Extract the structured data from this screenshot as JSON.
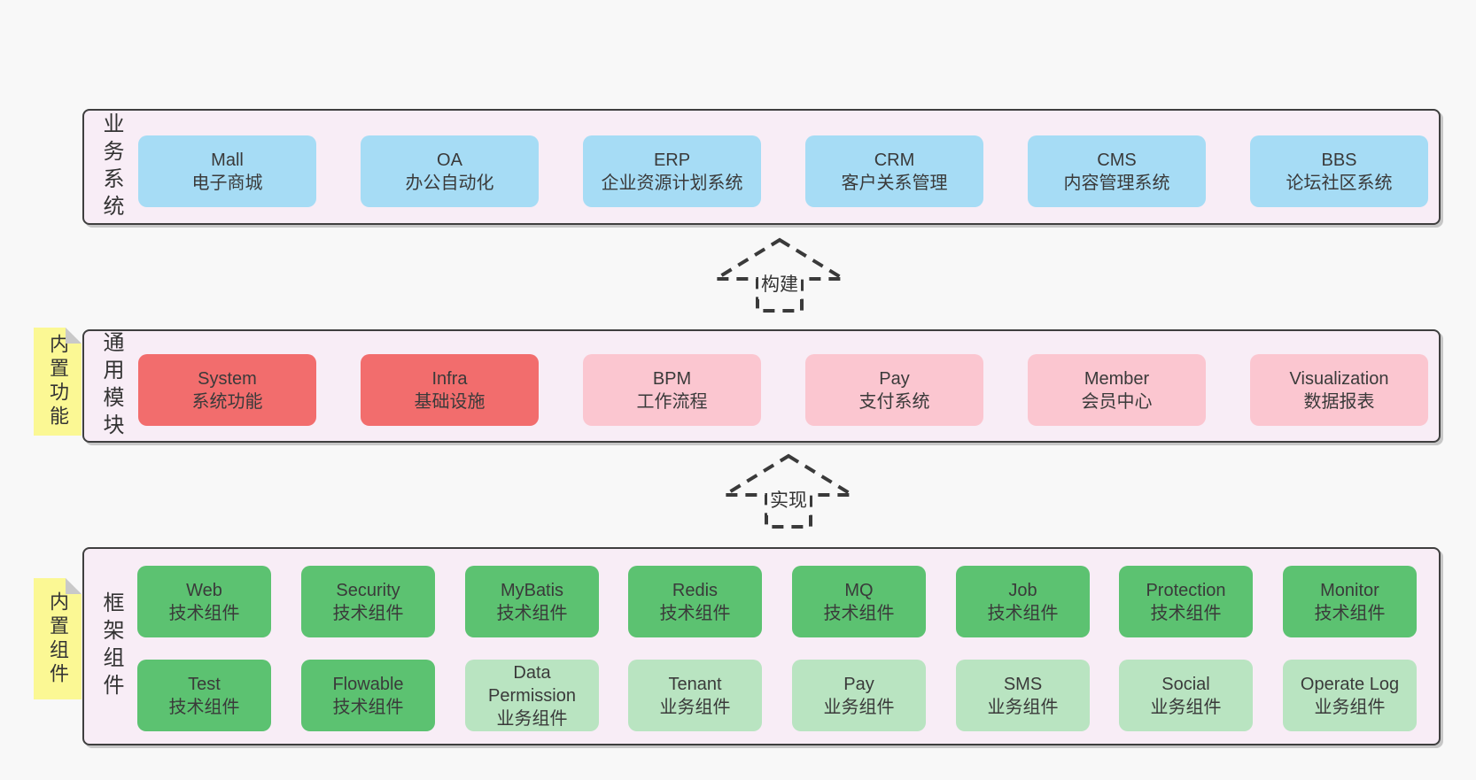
{
  "diagram": {
    "background": "#f8f8f8",
    "panel_fill": "#f8edf6",
    "panel_border": "#3f3f3f",
    "colors": {
      "blue": "#a6dcf5",
      "red": "#f26d6d",
      "pink": "#fbc6d0",
      "green": "#5cc271",
      "light_green": "#b9e4c1",
      "tag_yellow": "#fbf894",
      "tag_fold_gray": "#c9c9c9",
      "text": "#3a3a3a"
    }
  },
  "arrows": [
    {
      "label": "构建"
    },
    {
      "label": "实现"
    }
  ],
  "layers": [
    {
      "label": "业务系统",
      "boxes": [
        {
          "name": "Mall",
          "desc": "电子商城"
        },
        {
          "name": "OA",
          "desc": "办公自动化"
        },
        {
          "name": "ERP",
          "desc": "企业资源计划系统"
        },
        {
          "name": "CRM",
          "desc": "客户关系管理"
        },
        {
          "name": "CMS",
          "desc": "内容管理系统"
        },
        {
          "name": "BBS",
          "desc": "论坛社区系统"
        }
      ]
    },
    {
      "label": "通用模块",
      "tag": "内置功能",
      "boxes": [
        {
          "name": "System",
          "desc": "系统功能"
        },
        {
          "name": "Infra",
          "desc": "基础设施"
        },
        {
          "name": "BPM",
          "desc": "工作流程"
        },
        {
          "name": "Pay",
          "desc": "支付系统"
        },
        {
          "name": "Member",
          "desc": "会员中心"
        },
        {
          "name": "Visualization",
          "desc": "数据报表"
        }
      ]
    },
    {
      "label": "框架组件",
      "tag": "内置组件",
      "row1": [
        {
          "name": "Web",
          "desc": "技术组件"
        },
        {
          "name": "Security",
          "desc": "技术组件"
        },
        {
          "name": "MyBatis",
          "desc": "技术组件"
        },
        {
          "name": "Redis",
          "desc": "技术组件"
        },
        {
          "name": "MQ",
          "desc": "技术组件"
        },
        {
          "name": "Job",
          "desc": "技术组件"
        },
        {
          "name": "Protection",
          "desc": "技术组件"
        },
        {
          "name": "Monitor",
          "desc": "技术组件"
        }
      ],
      "row2": [
        {
          "name": "Test",
          "desc": "技术组件"
        },
        {
          "name": "Flowable",
          "desc": "技术组件"
        },
        {
          "name": "Data Permission",
          "desc": "业务组件"
        },
        {
          "name": "Tenant",
          "desc": "业务组件"
        },
        {
          "name": "Pay",
          "desc": "业务组件"
        },
        {
          "name": "SMS",
          "desc": "业务组件"
        },
        {
          "name": "Social",
          "desc": "业务组件"
        },
        {
          "name": "Operate Log",
          "desc": "业务组件"
        }
      ]
    }
  ]
}
